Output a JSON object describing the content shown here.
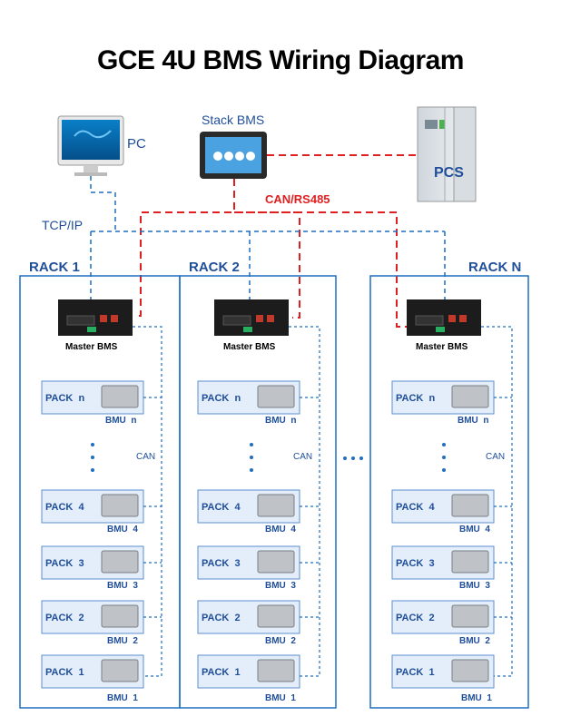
{
  "title": "GCE 4U BMS Wiring Diagram",
  "devices": {
    "pc": "PC",
    "stack_bms": "Stack BMS",
    "pcs": "PCS"
  },
  "links": {
    "can_rs485": "CAN/RS485",
    "tcp_ip": "TCP/IP",
    "can": "CAN"
  },
  "racks": [
    {
      "title": "RACK 1",
      "master": "Master BMS",
      "packs": [
        {
          "pack": "PACK  n",
          "bmu": "BMU  n"
        },
        {
          "pack": "PACK  4",
          "bmu": "BMU  4"
        },
        {
          "pack": "PACK  3",
          "bmu": "BMU  3"
        },
        {
          "pack": "PACK  2",
          "bmu": "BMU  2"
        },
        {
          "pack": "PACK  1",
          "bmu": "BMU  1"
        }
      ]
    },
    {
      "title": "RACK 2",
      "master": "Master BMS",
      "packs": [
        {
          "pack": "PACK  n",
          "bmu": "BMU  n"
        },
        {
          "pack": "PACK  4",
          "bmu": "BMU  4"
        },
        {
          "pack": "PACK  3",
          "bmu": "BMU  3"
        },
        {
          "pack": "PACK  2",
          "bmu": "BMU  2"
        },
        {
          "pack": "PACK  1",
          "bmu": "BMU  1"
        }
      ]
    },
    {
      "title": "RACK N",
      "master": "Master BMS",
      "packs": [
        {
          "pack": "PACK  n",
          "bmu": "BMU  n"
        },
        {
          "pack": "PACK  4",
          "bmu": "BMU  4"
        },
        {
          "pack": "PACK  3",
          "bmu": "BMU  3"
        },
        {
          "pack": "PACK  2",
          "bmu": "BMU  2"
        },
        {
          "pack": "PACK  1",
          "bmu": "BMU  1"
        }
      ]
    }
  ],
  "colors": {
    "blue": "#1f6fc1",
    "red": "#e02020",
    "label_blue": "#1f4e9a"
  }
}
